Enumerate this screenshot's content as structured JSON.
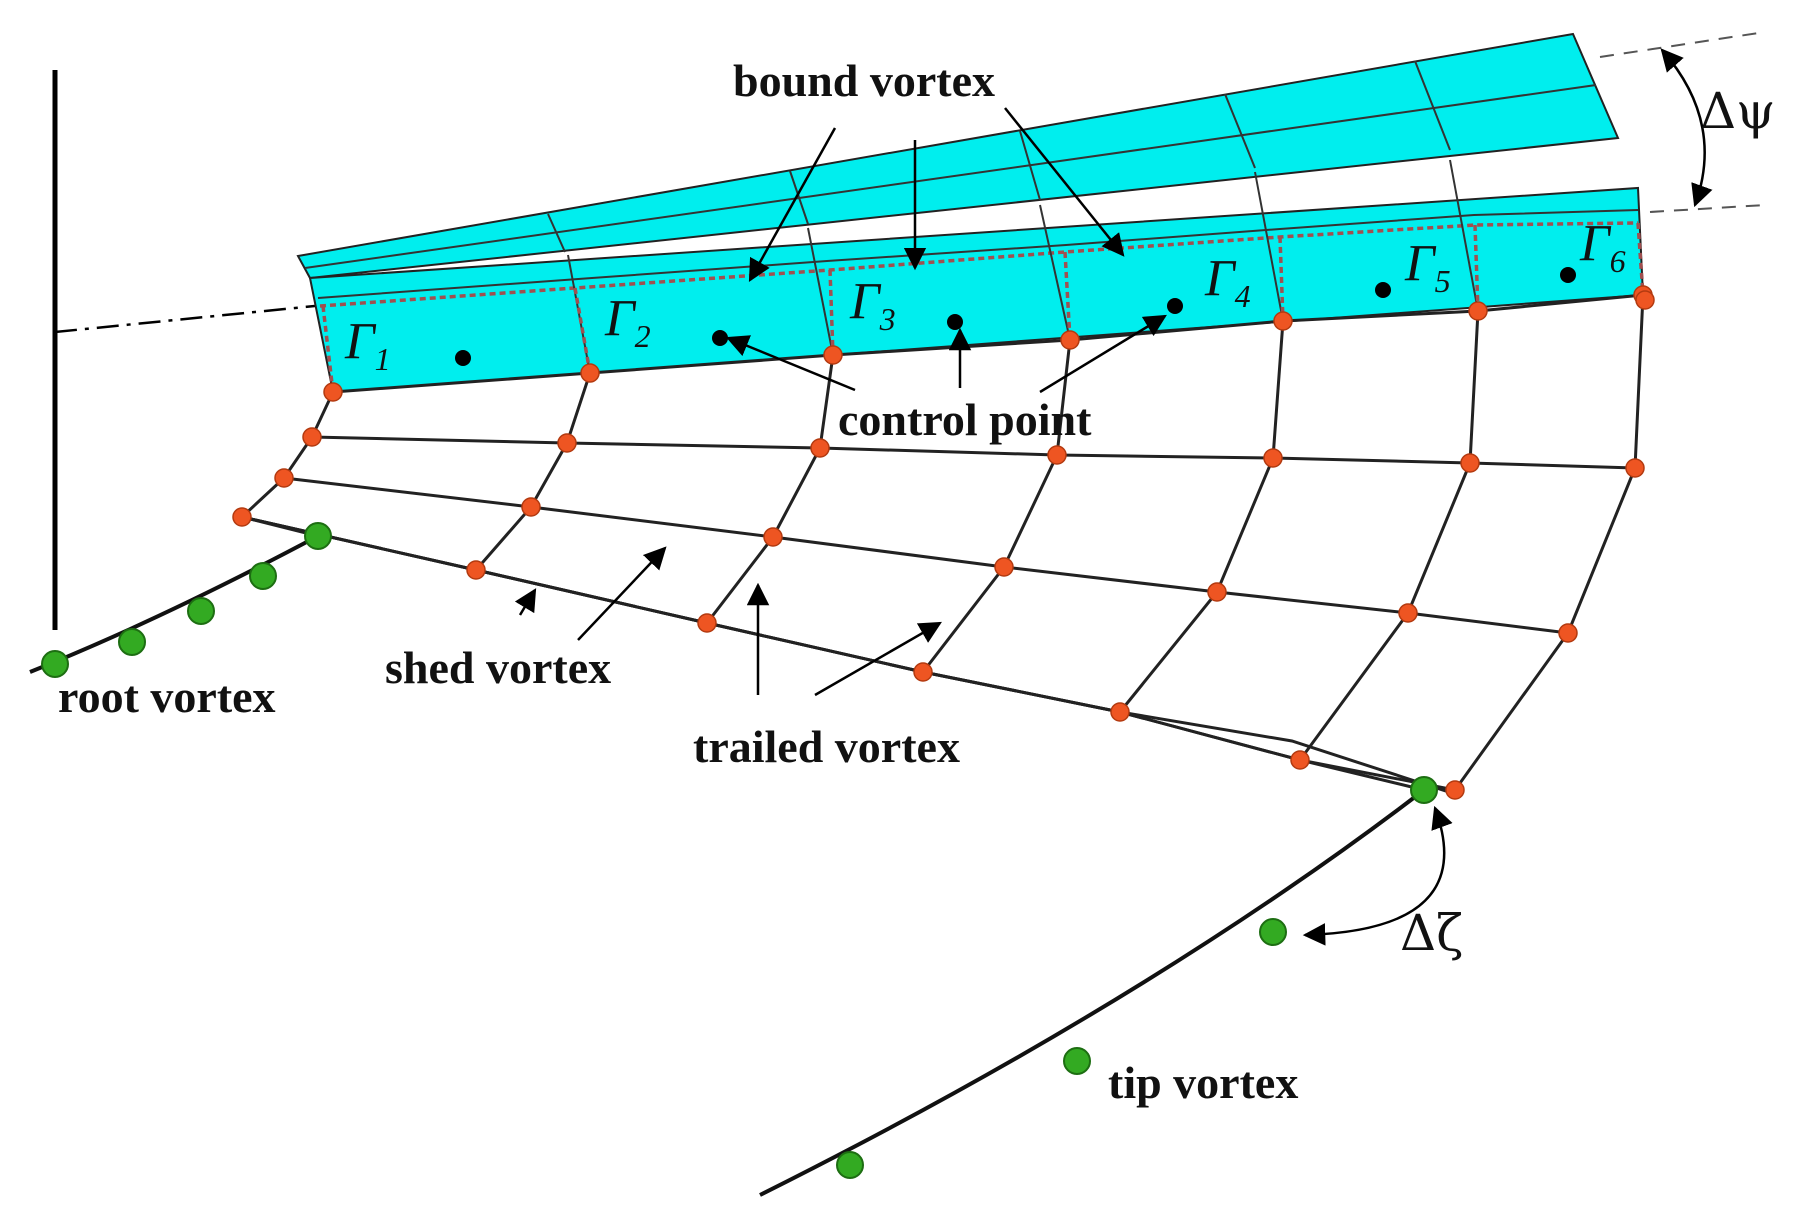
{
  "labels": {
    "bound_vortex": "bound vortex",
    "control_point": "control point",
    "shed_vortex": "shed vortex",
    "trailed_vortex": "trailed vortex",
    "root_vortex": "root vortex",
    "tip_vortex": "tip vortex",
    "delta_psi": "Δψ",
    "delta_zeta": "Δζ"
  },
  "circulations": [
    {
      "name": "Γ",
      "sub": "1"
    },
    {
      "name": "Γ",
      "sub": "2"
    },
    {
      "name": "Γ",
      "sub": "3"
    },
    {
      "name": "Γ",
      "sub": "4"
    },
    {
      "name": "Γ",
      "sub": "5"
    },
    {
      "name": "Γ",
      "sub": "6"
    }
  ],
  "colors": {
    "blade": "#00eeee",
    "wake_node": "#ee5522",
    "vortex_node": "#33aa22",
    "bound_line": "#a05050",
    "line": "#222222"
  }
}
